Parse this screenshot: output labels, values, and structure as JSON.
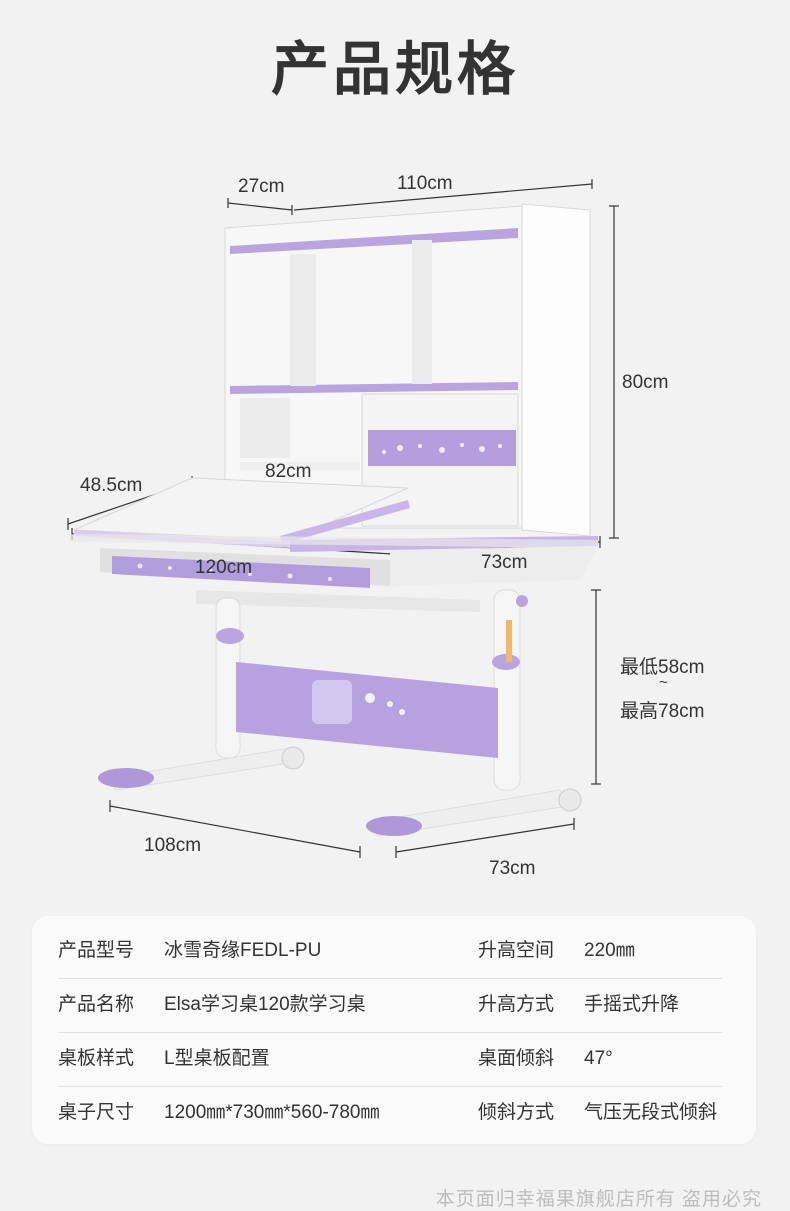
{
  "title": "产品规格",
  "dimensions": {
    "hutch_depth": "27cm",
    "hutch_width": "110cm",
    "hutch_height": "80cm",
    "desk_left_depth": "48.5cm",
    "tilt_board_width": "82cm",
    "desk_width": "120cm",
    "desk_depth": "73cm",
    "height_min": "最低58cm",
    "height_sep": "~",
    "height_max": "最高78cm",
    "base_width": "108cm",
    "base_depth": "73cm"
  },
  "specs": [
    {
      "k1": "产品型号",
      "v1": "冰雪奇缘FEDL-PU",
      "k2": "升高空间",
      "v2": "220㎜"
    },
    {
      "k1": "产品名称",
      "v1": "Elsa学习桌120款学习桌",
      "k2": "升高方式",
      "v2": "手摇式升降"
    },
    {
      "k1": "桌板样式",
      "v1": "L型桌板配置",
      "k2": "桌面倾斜",
      "v2": "47°"
    },
    {
      "k1": "桌子尺寸",
      "v1": "1200㎜*730㎜*560-780㎜",
      "k2": "倾斜方式",
      "v2": "气压无段式倾斜"
    }
  ],
  "footer": "本页面归幸福果旗舰店所有  盗用必究",
  "colors": {
    "accent": "#a58fd0",
    "background": "#f2f2f2",
    "card": "#fafafa"
  }
}
